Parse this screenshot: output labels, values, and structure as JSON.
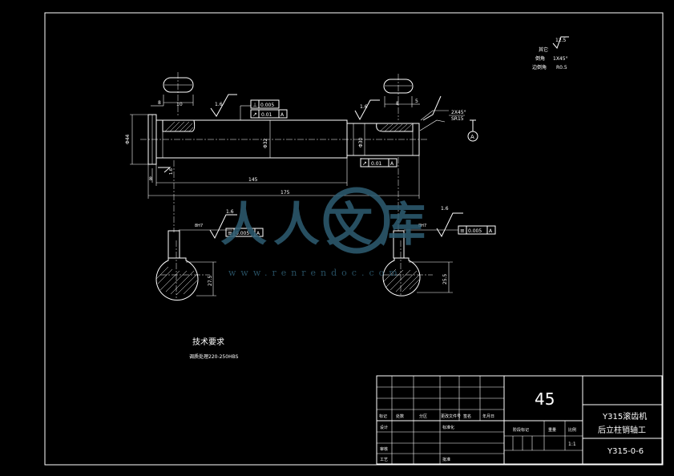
{
  "roughness": {
    "values": [
      "12.5",
      "1.6",
      "1.6",
      "1.6",
      "1.6",
      "1.6"
    ]
  },
  "note_block": {
    "label1": "其它",
    "label2": "倒角",
    "label3": "边倒角",
    "value1": "1X45°",
    "value2": "R0.5"
  },
  "dimensions": {
    "key_width_left": "10",
    "key_width_right": "8",
    "key_offset_right": "5",
    "total_length": "175",
    "shaft_length": "145",
    "left_thickness": "8",
    "face_dim": "1.6",
    "phi_main": "Φ32",
    "phi_left": "Φ44",
    "phi_right": "Φ30",
    "section_left_depth": "27.5",
    "section_right_depth": "25.5",
    "tol_left": "8H7",
    "tol_right": "8H7"
  },
  "tolerances": {
    "perp": "0.005",
    "runout1": "0.01",
    "runout2": "0.01",
    "sym_left": "0.005",
    "sym_right": "0.005",
    "datum": "A"
  },
  "taper_note": {
    "line1": "2X45°",
    "line2": "SR15"
  },
  "datum_marker": "A",
  "tech_requirements": {
    "title": "技术要求",
    "body": "调质处理220-250HBS"
  },
  "title_block": {
    "material": "45",
    "drawing_title_line1": "Y315滚齿机",
    "drawing_title_line2": "后立柱销轴工",
    "drawing_number": "Y315-0-6",
    "scale": "1:1",
    "headers": [
      "标记",
      "处数",
      "分区",
      "更改文件号",
      "签名",
      "年月日"
    ],
    "labels": [
      "设计",
      "标准化",
      "阶段标记",
      "重量",
      "比例",
      "审核",
      "工艺",
      "批准"
    ]
  },
  "watermark": {
    "text": "人人文库",
    "url": "www.renrendoc.com"
  }
}
